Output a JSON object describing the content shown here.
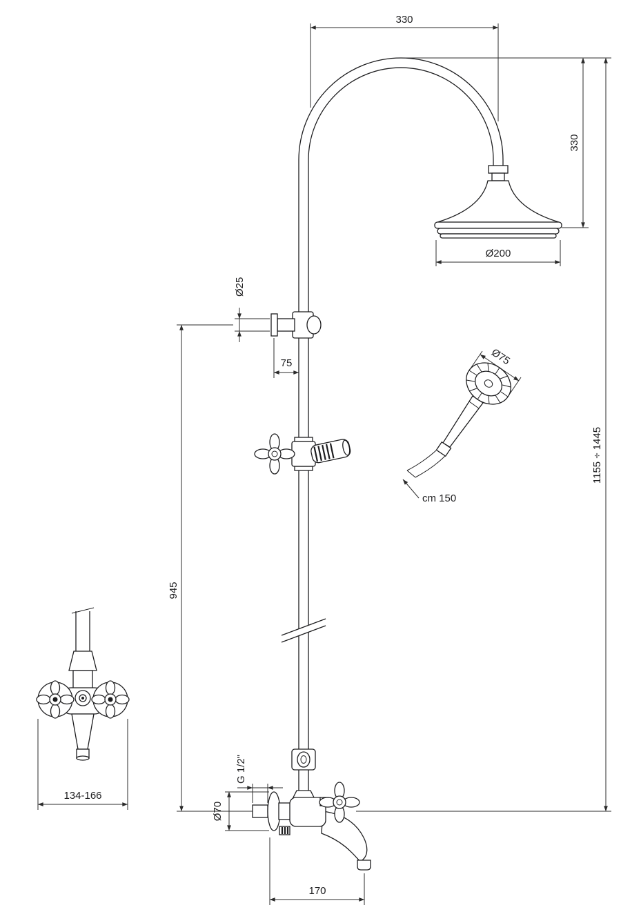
{
  "colors": {
    "line": "#1d1d1f",
    "dim": "#2b2b2b",
    "background": "#ffffff"
  },
  "dims": {
    "top_width": "330",
    "head_drop": "330",
    "head_diameter": "Ø200",
    "union_diameter": "Ø25",
    "union_offset": "75",
    "handshower_diameter": "Ø75",
    "hose_length": "cm 150",
    "overall_height": "1155 ÷ 1445",
    "riser_height": "945",
    "front_width_range": "134-166",
    "thread_size": "G 1/2\"",
    "flange_diameter": "Ø70",
    "spout_reach": "170"
  }
}
